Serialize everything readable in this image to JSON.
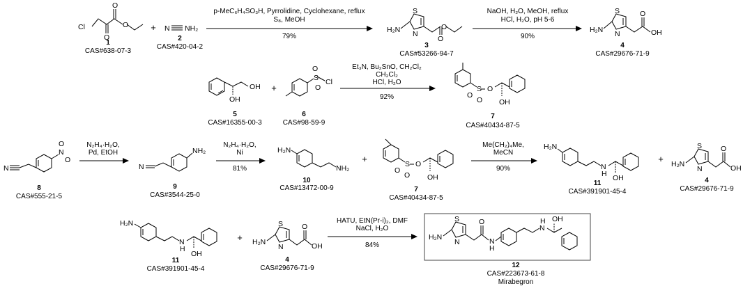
{
  "scheme": {
    "compounds": {
      "c1": {
        "num": "1",
        "cas": "CAS#638-07-3"
      },
      "c2": {
        "num": "2",
        "cas": "CAS#420-04-2"
      },
      "c3": {
        "num": "3",
        "cas": "CAS#53266-94-7"
      },
      "c4a": {
        "num": "4",
        "cas": "CAS#29676-71-9"
      },
      "c5": {
        "num": "5",
        "cas": "CAS#16355-00-3"
      },
      "c6": {
        "num": "6",
        "cas": "CAS#98-59-9"
      },
      "c7a": {
        "num": "7",
        "cas": "CAS#40434-87-5"
      },
      "c8": {
        "num": "8",
        "cas": "CAS#555-21-5"
      },
      "c9": {
        "num": "9",
        "cas": "CAS#3544-25-0"
      },
      "c10": {
        "num": "10",
        "cas": "CAS#13472-00-9"
      },
      "c7b": {
        "num": "7",
        "cas": "CAS#40434-87-5"
      },
      "c11a": {
        "num": "11",
        "cas": "CAS#391901-45-4"
      },
      "c4b": {
        "num": "4",
        "cas": "CAS#29676-71-9"
      },
      "c11b": {
        "num": "11",
        "cas": "CAS#391901-45-4"
      },
      "c4c": {
        "num": "4",
        "cas": "CAS#29676-71-9"
      },
      "c12": {
        "num": "12",
        "cas": "CAS#223673-61-8",
        "name": "Mirabegron"
      }
    },
    "reactions": {
      "r1": {
        "line1": "p-MeC₆H₄SO₃H, Pyrrolidine, Cyclohexane, reflux",
        "line2": "S₈, MeOH",
        "yield": "79%"
      },
      "r2": {
        "line1": "NaOH, H₂O, MeOH, reflux",
        "line2": "HCl, H₂O, pH 5-6",
        "yield": "90%"
      },
      "r3": {
        "line1": "Et₃N, Bu₂SnO, CH₂Cl₂",
        "line2": "CH₂Cl₂",
        "line3": "HCl, H₂O",
        "yield": "92%"
      },
      "r4": {
        "line1": "N₂H₄·H₂O,",
        "line2": "Pd, EtOH"
      },
      "r5": {
        "line1": "N₂H₄·H₂O,",
        "line2": "Ni",
        "yield": "81%"
      },
      "r6": {
        "line1": "Me(CH₂)₄Me,",
        "line2": "MeCN",
        "yield": "90%"
      },
      "r7": {
        "line1": "HATU, EtN(Pr-i)₂, DMF",
        "line2": "NaCl, H₂O",
        "yield": "84%"
      }
    },
    "plus": "+",
    "atoms": {
      "cl": "Cl",
      "ncn": "N",
      "nh2": "NH₂",
      "h2n": "H₂N",
      "s": "S",
      "n": "N",
      "o": "O",
      "oh": "OH",
      "nplus": "N",
      "ominus": "O",
      "oxo": "O",
      "nh": "N",
      "h": "H",
      "nit": "N",
      "so": "S"
    }
  }
}
